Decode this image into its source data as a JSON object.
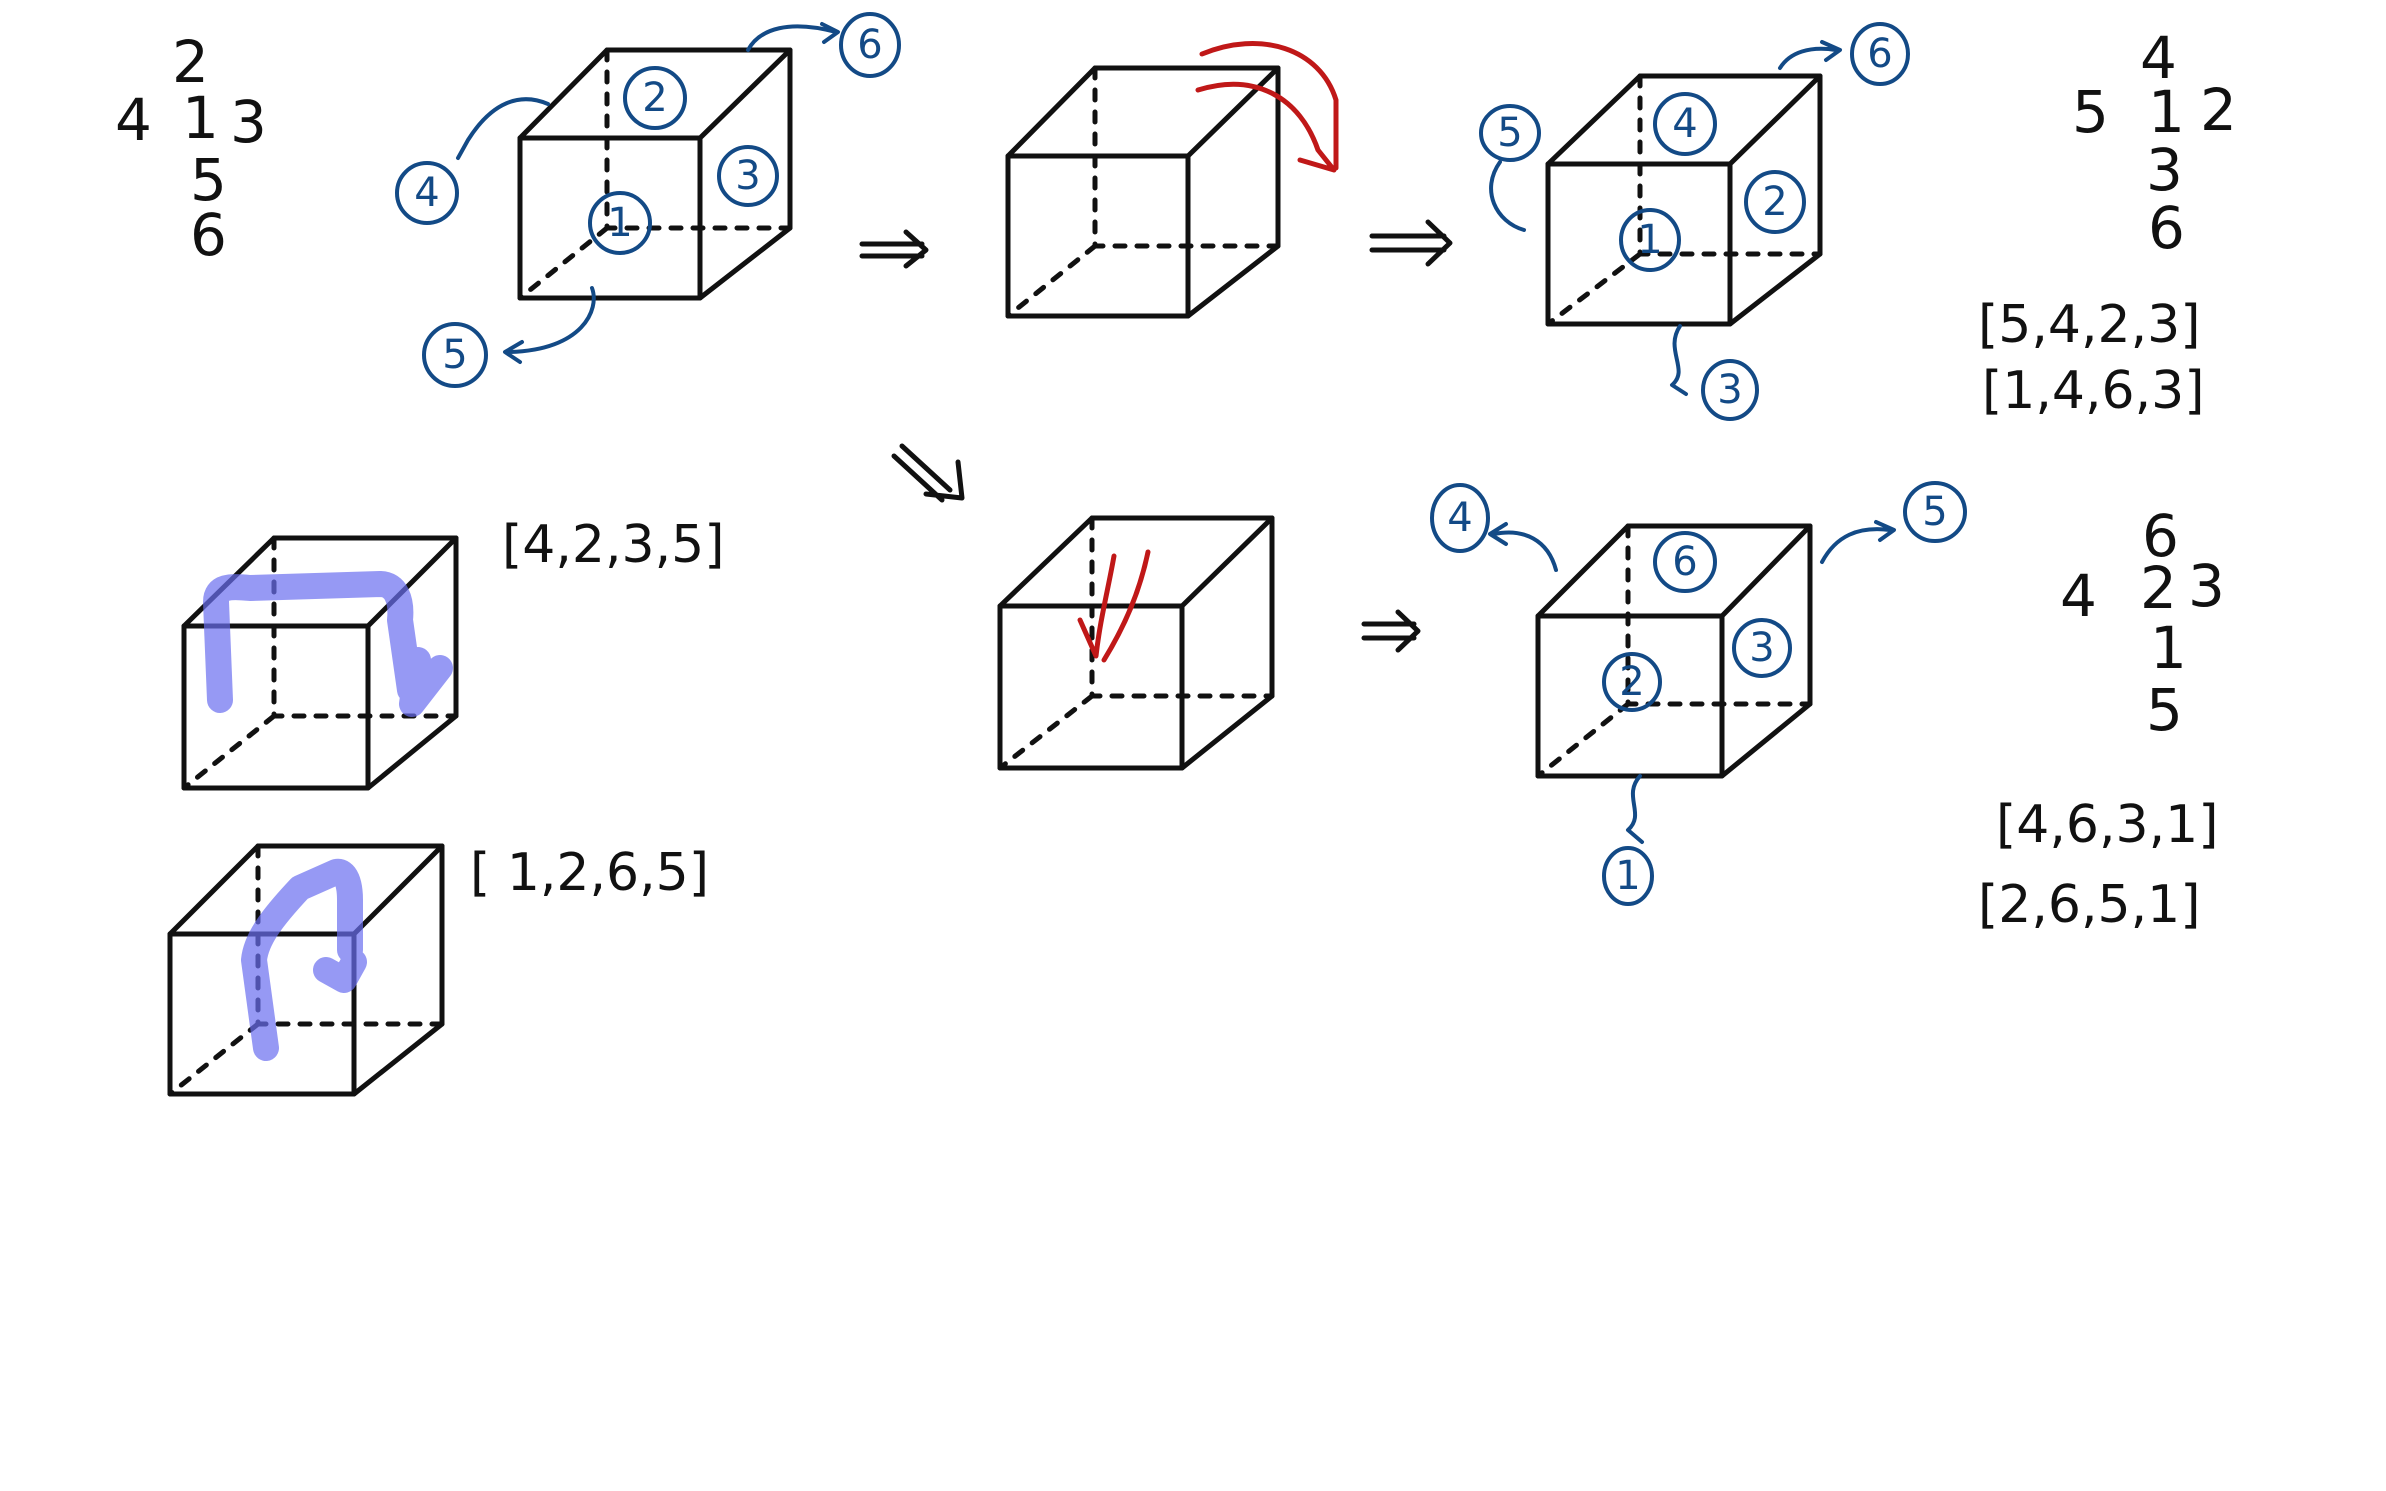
{
  "net_initial": {
    "top": "2",
    "left": "4",
    "center": "1",
    "right": "3",
    "below1": "5",
    "below2": "6"
  },
  "cube_a_badges": {
    "top": "2",
    "front": "1",
    "right": "3",
    "left_out": "4",
    "bottom_out": "5",
    "back_out": "6"
  },
  "cube_c_badges": {
    "top": "4",
    "front": "1",
    "right": "2",
    "left_out": "5",
    "bottom_out": "3",
    "back_out": "6"
  },
  "net_c": {
    "top": "4",
    "left": "5",
    "center": "1",
    "right": "2",
    "below1": "3",
    "below2": "6"
  },
  "list_c1": "[5,4,2,3]",
  "list_c2": "[1,4,6,3]",
  "cube_e_badges": {
    "top": "6",
    "front": "2",
    "right": "3",
    "left_out": "4",
    "right_out": "5",
    "bottom_out": "1"
  },
  "net_e": {
    "top": "6",
    "left": "4",
    "center": "2",
    "right": "3",
    "below1": "1",
    "below2": "5"
  },
  "list_e1": "[4,6,3,1]",
  "list_e2": "[2,6,5,1]",
  "list_f": "[4,2,3,5]",
  "list_g": "[ 1,2,6,5]",
  "colors": {
    "ink": "#111111",
    "blue": "#134a86",
    "red": "#c01818",
    "highlight": "#6a6ef0"
  }
}
